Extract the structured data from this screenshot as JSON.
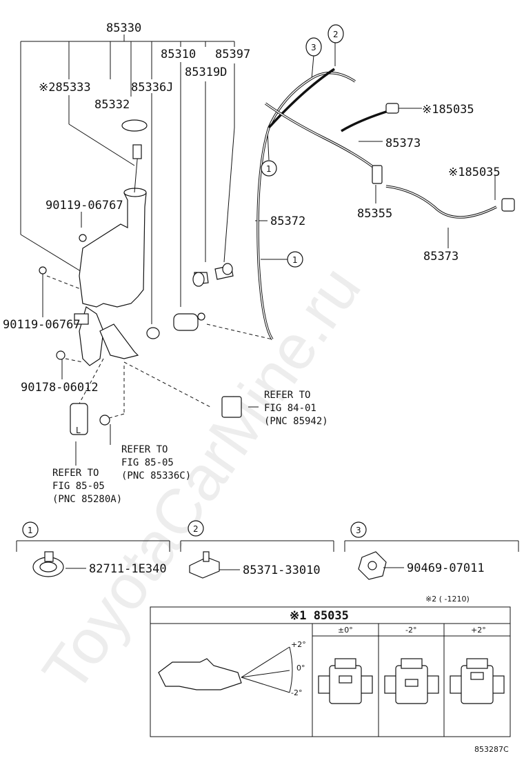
{
  "watermark": "ToyotaCarMine.ru",
  "labels": {
    "p85330": "85330",
    "p85310": "85310",
    "p85397": "85397",
    "p85333": "※285333",
    "p85336J": "85336J",
    "p85319D": "85319D",
    "p85332": "85332",
    "p90119a": "90119-06767",
    "p90119b": "90119-06767",
    "p90178": "90178-06012",
    "p85035a": "※185035",
    "p85373a": "85373",
    "p85035b": "※185035",
    "p85372": "85372",
    "p85355": "85355",
    "p85373b": "85373",
    "circle1": "1",
    "circle2": "2",
    "circle3": "3"
  },
  "refs": {
    "fig8401": [
      "REFER TO",
      "FIG 84-01",
      "(PNC 85942)"
    ],
    "fig8505c": [
      "REFER TO",
      "FIG 85-05",
      "(PNC 85336C)"
    ],
    "fig8505a": [
      "REFER TO",
      "FIG 85-05",
      "(PNC 85280A)"
    ]
  },
  "clips": [
    {
      "num": "1",
      "part": "82711-1E340"
    },
    {
      "num": "2",
      "part": "85371-33010"
    },
    {
      "num": "3",
      "part": "90469-07011"
    }
  ],
  "note2": "※2 (  -1210)",
  "table": {
    "title": "※1 85035",
    "columns": [
      "±0°",
      "-2°",
      "+2°"
    ],
    "angles": [
      "+2°",
      "0°",
      "-2°"
    ]
  },
  "code": "853287C"
}
